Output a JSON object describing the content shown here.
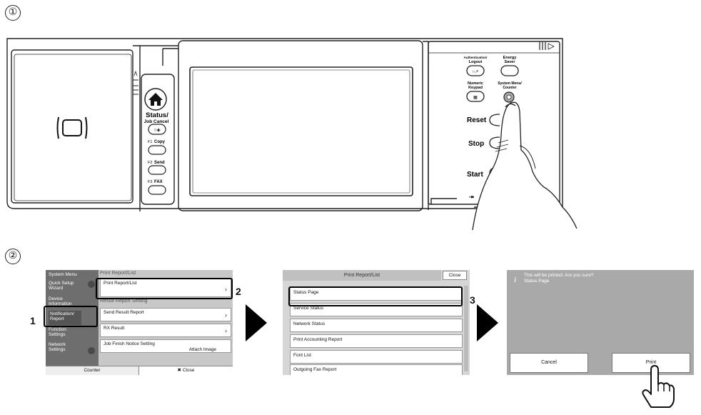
{
  "steps": {
    "one": "①",
    "two": "②"
  },
  "panel": {
    "home_label": "",
    "status_label": "Status/",
    "job_cancel_label": "Job Cancel",
    "f1_key": "F1",
    "f1_label": "Copy",
    "f2_key": "F2",
    "f2_label": "Send",
    "f3_key": "F3",
    "f3_label": "FAX",
    "auth_label_1": "Authentication/",
    "auth_label_2": "Logout",
    "energy_label_1": "Energy",
    "energy_label_2": "Saver",
    "numeric_label_1": "Numeric",
    "numeric_label_2": "Keypad",
    "system_label_1": "System Menu/",
    "system_label_2": "Counter",
    "reset_label": "Reset",
    "stop_label": "Stop",
    "start_label": "Start"
  },
  "screen1": {
    "sidebar": [
      {
        "label": "System Menu"
      },
      {
        "label": "Quick Setup Wizard"
      },
      {
        "label": "Device Information"
      },
      {
        "label": "Notification/ Report"
      },
      {
        "label": "Function Settings"
      },
      {
        "label": "Network Settings"
      }
    ],
    "header_print": "Print Report/List",
    "row_print": "Print Report/List",
    "header_result": "Result Report Setting",
    "row_send_result": "Send Result Report",
    "row_rx_result": "RX Result",
    "row_job_finish": "Job Finish Notice Setting",
    "row_job_finish_value": "Attach Image",
    "counter_button": "Counter",
    "close_button": "Close"
  },
  "screen2": {
    "title": "Print Report/List",
    "close_button": "Close",
    "rows": [
      {
        "label": "Status Page"
      },
      {
        "label": "Service Status"
      },
      {
        "label": "Network Status"
      },
      {
        "label": "Print Accounting Report"
      },
      {
        "label": "Font List"
      },
      {
        "label": "Outgoing Fax Report"
      }
    ]
  },
  "screen3": {
    "message_line1": "This will be printed. Are you sure?",
    "message_line2": "Status Page",
    "cancel_button": "Cancel",
    "print_button": "Print"
  },
  "callouts": {
    "one": "1",
    "two": "2",
    "three": "3"
  },
  "colors": {
    "screen_dark": "#6e6e6e",
    "screen_light": "#d6d6d6",
    "dialog_gray": "#a9a9a9",
    "line": "#222222"
  },
  "icons": [
    "home-icon",
    "nfc-card-icon",
    "pointing-hand-icon",
    "info-icon",
    "close-x-icon",
    "chevron-right-icon",
    "start-arrows-icon"
  ]
}
